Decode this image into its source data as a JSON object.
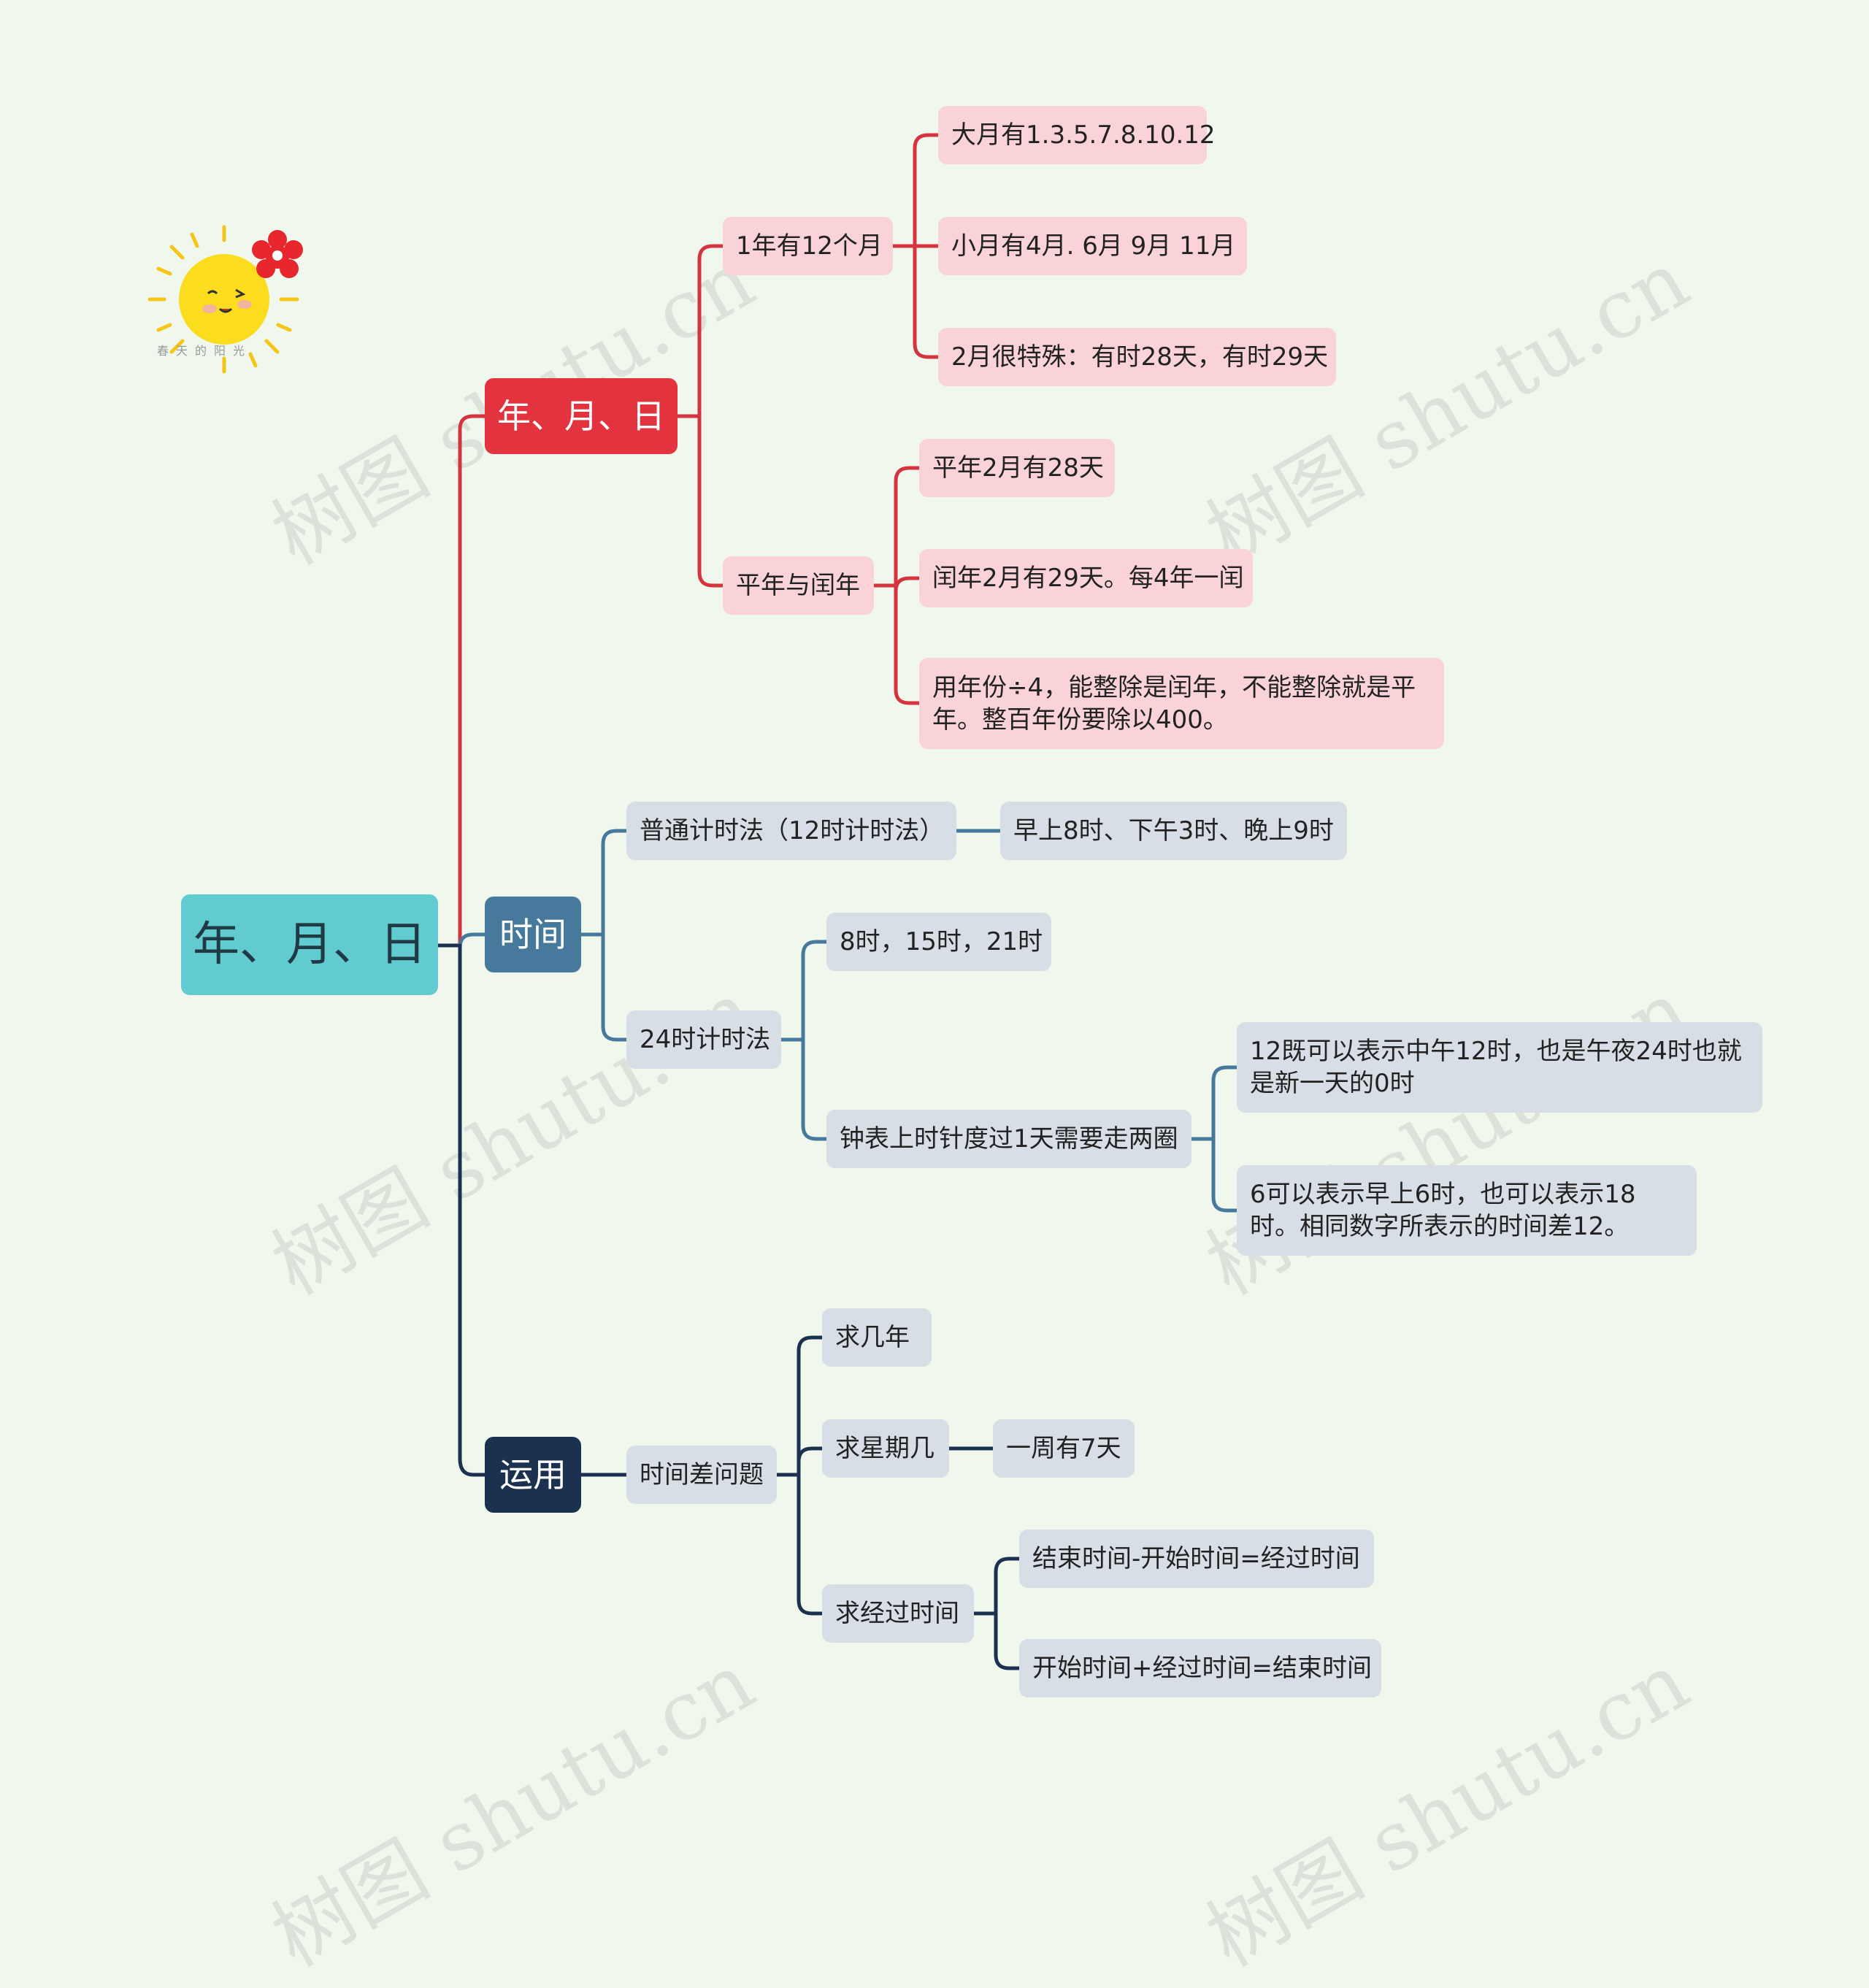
{
  "watermark": "树图 shutu.cn",
  "colors": {
    "red": "#d5343e",
    "blue": "#46799b",
    "navy": "#1c3150"
  },
  "decoration": {
    "sun_icon": "sun-icon",
    "flower_icon": "flower-icon",
    "caption": "春天的阳光"
  },
  "root": {
    "label": "年、月、日"
  },
  "branches": {
    "ymd": {
      "label": "年、月、日",
      "months": {
        "label": "1年有12个月",
        "big": "大月有1.3.5.7.8.10.12",
        "small": "小月有4月. 6月 9月 11月",
        "feb": "2月很特殊：有时28天，有时29天"
      },
      "leap": {
        "label": "平年与闰年",
        "common": "平年2月有28天",
        "leap_year": "闰年2月有29天。每4年一闰",
        "rule": "用年份÷4，能整除是闰年，不能整除就是平年。整百年份要除以400。"
      }
    },
    "time": {
      "label": "时间",
      "normal": {
        "label": "普通计时法（12时计时法）",
        "example": "早上8时、下午3时、晚上9时"
      },
      "h24": {
        "label": "24时计时法",
        "example": "8时，15时，21时",
        "clock": {
          "label": "钟表上时针度过1天需要走两圈",
          "n12": "12既可以表示中午12时，也是午夜24时也就是新一天的0时",
          "n6": "6可以表示早上6时，也可以表示18时。相同数字所表示的时间差12。"
        }
      }
    },
    "use": {
      "label": "运用",
      "diff": {
        "label": "时间差问题",
        "years": "求几年",
        "weekday": {
          "label": "求星期几",
          "note": "一周有7天"
        },
        "elapsed": {
          "label": "求经过时间",
          "f1": "结束时间-开始时间=经过时间",
          "f2": "开始时间+经过时间=结束时间"
        }
      }
    }
  }
}
